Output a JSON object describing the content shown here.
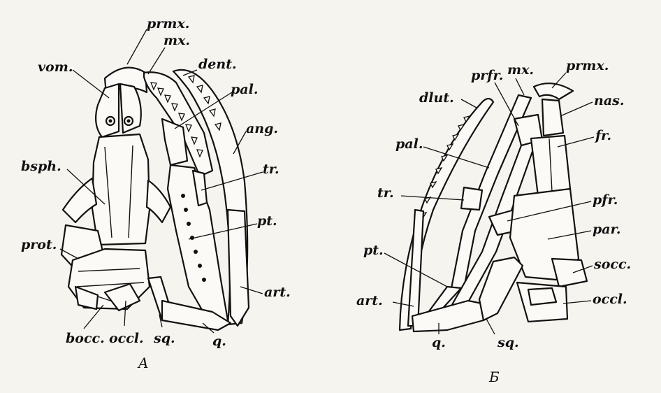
{
  "figure": {
    "panel_a": {
      "panel_label": "A",
      "labels": {
        "prmx": "prmx.",
        "mx": "mx.",
        "vom": "vom.",
        "dent": "dent.",
        "pal": "pal.",
        "ang": "ang.",
        "tr": "tr.",
        "bsph": "bsph.",
        "pt": "pt.",
        "prot": "prot.",
        "art": "art.",
        "bocc": "bocc.",
        "occl": "occl.",
        "sq": "sq.",
        "q": "q."
      }
    },
    "panel_b": {
      "panel_label": "Б",
      "labels": {
        "mx": "mx.",
        "prmx": "prmx.",
        "prfr": "prfr.",
        "dlut": "dlut.",
        "nas": "nas.",
        "fr": "fr.",
        "pal": "pal.",
        "tr": "tr.",
        "pfr": "pfr.",
        "par": "par.",
        "pt": "pt.",
        "socc": "socc.",
        "art": "art.",
        "occl": "occl.",
        "q": "q.",
        "sq": "sq."
      }
    }
  }
}
